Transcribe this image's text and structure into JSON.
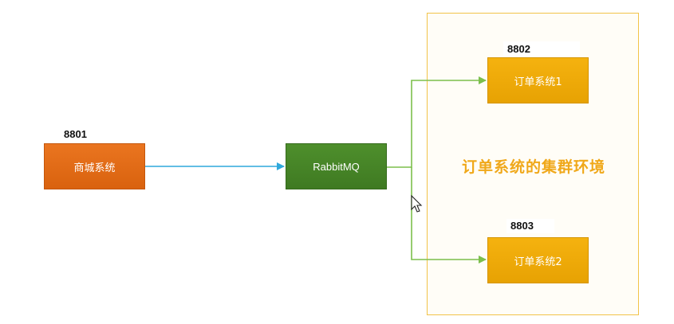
{
  "diagram": {
    "nodes": {
      "mall": {
        "label": "商城系统",
        "port": "8801"
      },
      "mq": {
        "label": "RabbitMQ"
      },
      "order1": {
        "label": "订单系统1",
        "port": "8802"
      },
      "order2": {
        "label": "订单系统2",
        "port": "8803"
      }
    },
    "cluster": {
      "title": "订单系统的集群环境"
    },
    "edges": [
      {
        "from": "mall",
        "to": "mq"
      },
      {
        "from": "mq",
        "to": "order1"
      },
      {
        "from": "mq",
        "to": "order2"
      }
    ]
  },
  "colors": {
    "mall": "#e06a15",
    "mq": "#46842a",
    "order": "#eea808",
    "cluster_border": "#f2c349",
    "cluster_title": "#f0a81a",
    "edge_blue": "#2fa9dc",
    "edge_green": "#7cbf4c"
  },
  "cursor": {
    "icon": "mouse-pointer-icon"
  }
}
